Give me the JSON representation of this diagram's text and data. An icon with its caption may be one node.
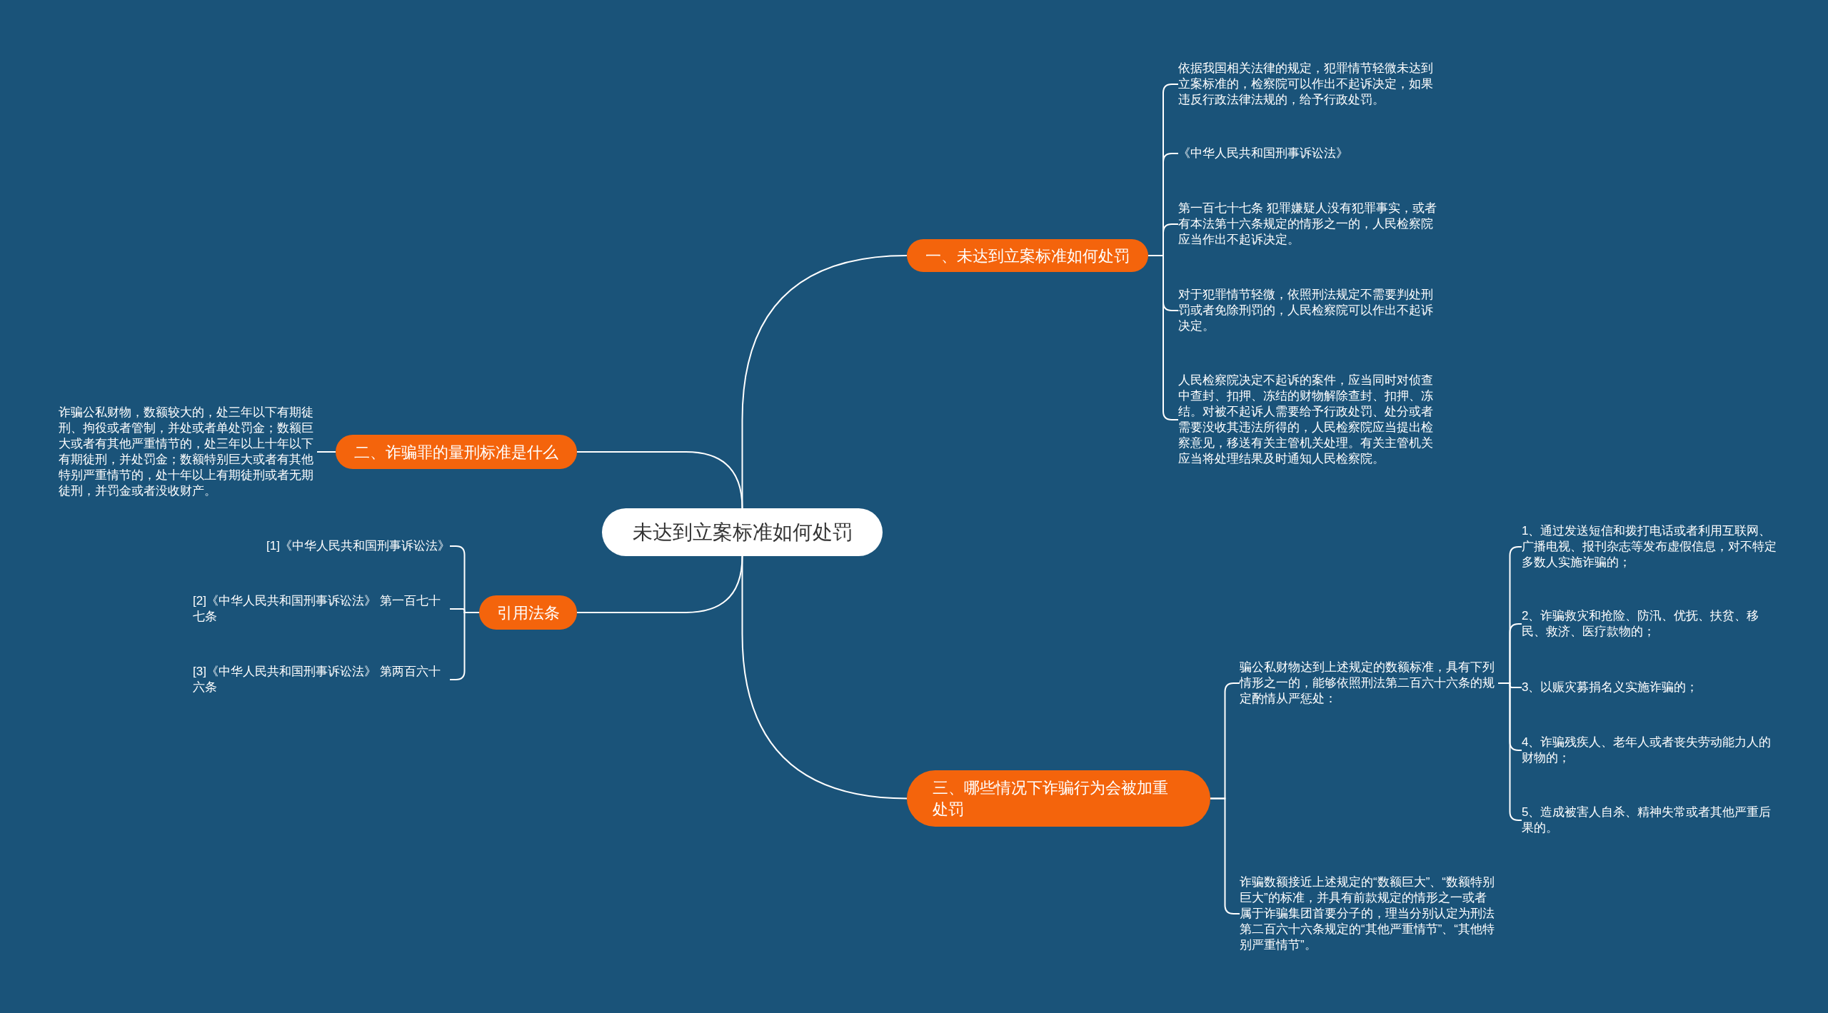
{
  "diagram": {
    "nodes": [
      {
        "text": [
          "未达到立案标准如何处罚"
        ]
      },
      {
        "text": [
          "一、未达到立案标准如何处罚"
        ]
      },
      {
        "text": [
          "依据我国相关法律的规定，犯罪情节轻微未达到立案标准的，检察院可以作出不起诉决定，如果违反行政法律法规的，给予行政处罚。"
        ]
      },
      {
        "text": [
          "《中华人民共和国刑事诉讼法》"
        ]
      },
      {
        "text": [
          "第一百七十七条 犯罪嫌疑人没有犯罪事实，或者有本法第十六条规定的情形之一的，人民检察院应当作出不起诉决定。"
        ]
      },
      {
        "text": [
          "对于犯罪情节轻微，依照刑法规定不需要判处刑罚或者免除刑罚的，人民检察院可以作出不起诉决定。"
        ]
      },
      {
        "text": [
          "人民检察院决定不起诉的案件，应当同时对侦查中查封、扣押、冻结的财物解除查封、扣押、冻结。对被不起诉人需要给予行政处罚、处分或者需要没收其违法所得的，人民检察院应当提出检察意见，移送有关主管机关处理。有关主管机关应当将处理结果及时通知人民检察院。"
        ]
      },
      {
        "text": [
          "二、诈骗罪的量刑标准是什么"
        ]
      },
      {
        "text": [
          "诈骗公私财物，数额较大的，处三年以下有期徒刑、拘役或者管制，并处或者单处罚金；数额巨大或者有其他严重情节的，处三年以上十年以下有期徒刑，并处罚金；数额特别巨大或者有其他特别严重情节的，处十年以上有期徒刑或者无期徒刑，并罚金或者没收财产。"
        ]
      },
      {
        "text": [
          "引用法条"
        ]
      },
      {
        "text": [
          "[1]《中华人民共和国刑事诉讼法》"
        ]
      },
      {
        "text": [
          "[2]《中华人民共和国刑事诉讼法》 第一百七十七条"
        ]
      },
      {
        "text": [
          "[3]《中华人民共和国刑事诉讼法》 第两百六十六条"
        ]
      },
      {
        "text": [
          "三、哪些情况下诈骗行为会被加重处罚"
        ]
      },
      {
        "text": [
          "骗公私财物达到上述规定的数额标准，具有下列情形之一的，能够依照刑法第二百六十六条的规定酌情从严惩处："
        ]
      },
      {
        "text": [
          "1、通过发送短信和拨打电话或者利用互联网、广播电视、报刊杂志等发布虚假信息，对不特定多数人实施诈骗的；"
        ]
      },
      {
        "text": [
          "2、诈骗救灾和抢险、防汛、优抚、扶贫、移民、救济、医疗款物的；"
        ]
      },
      {
        "text": [
          "3、以赈灾募捐名义实施诈骗的；"
        ]
      },
      {
        "text": [
          "4、诈骗残疾人、老年人或者丧失劳动能力人的财物的；"
        ]
      },
      {
        "text": [
          "5、造成被害人自杀、精神失常或者其他严重后果的。"
        ]
      },
      {
        "text": [
          "诈骗数额接近上述规定的“数额巨大”、“数额特别巨大”的标准，并具有前款规定的情形之一或者属于诈骗集团首要分子的，理当分别认定为刑法第二百六十六条规定的“其他严重情节”、“其他特别严重情节”。"
        ]
      }
    ],
    "edges": [
      {
        "from": 0,
        "to": 1,
        "arrow": "none"
      },
      {
        "from": 1,
        "to": 2,
        "arrow": "none"
      },
      {
        "from": 1,
        "to": 3,
        "arrow": "none"
      },
      {
        "from": 1,
        "to": 4,
        "arrow": "none"
      },
      {
        "from": 1,
        "to": 5,
        "arrow": "none"
      },
      {
        "from": 1,
        "to": 6,
        "arrow": "none"
      },
      {
        "from": 0,
        "to": 7,
        "arrow": "none"
      },
      {
        "from": 7,
        "to": 8,
        "arrow": "none"
      },
      {
        "from": 0,
        "to": 9,
        "arrow": "none"
      },
      {
        "from": 9,
        "to": 10,
        "arrow": "none"
      },
      {
        "from": 9,
        "to": 11,
        "arrow": "none"
      },
      {
        "from": 9,
        "to": 12,
        "arrow": "none"
      },
      {
        "from": 0,
        "to": 13,
        "arrow": "none"
      },
      {
        "from": 13,
        "to": 14,
        "arrow": "none"
      },
      {
        "from": 14,
        "to": 15,
        "arrow": "none"
      },
      {
        "from": 14,
        "to": 16,
        "arrow": "none"
      },
      {
        "from": 14,
        "to": 17,
        "arrow": "none"
      },
      {
        "from": 14,
        "to": 18,
        "arrow": "none"
      },
      {
        "from": 14,
        "to": 19,
        "arrow": "none"
      },
      {
        "from": 13,
        "to": 20,
        "arrow": "none"
      }
    ]
  }
}
